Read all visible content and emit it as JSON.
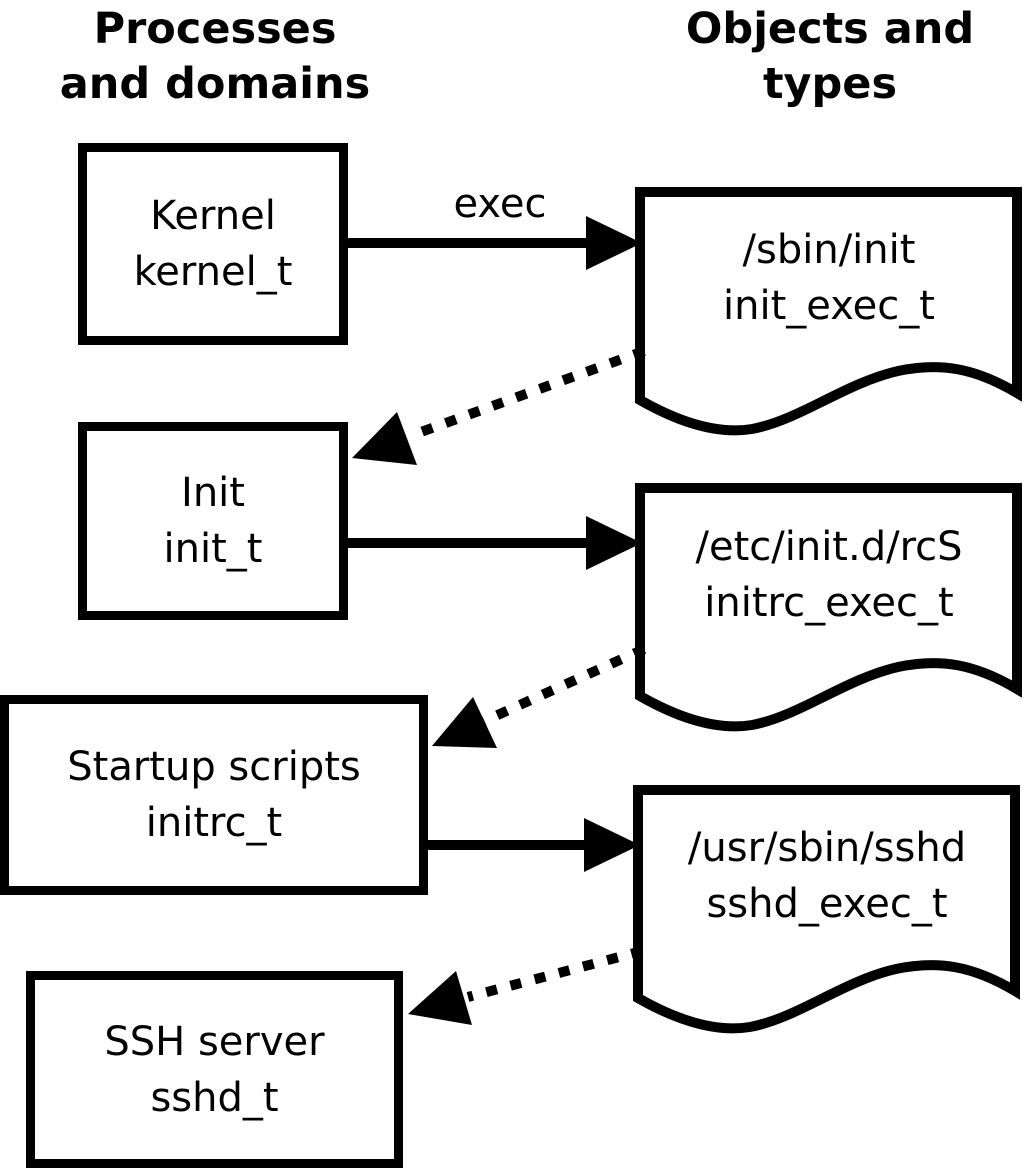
{
  "page": {
    "background": "#ffffff",
    "ink": "#000000"
  },
  "headers": {
    "left": {
      "line1": "Processes",
      "line2": "and domains"
    },
    "right": {
      "line1": "Objects and",
      "line2": "types"
    }
  },
  "labels": {
    "exec": "exec"
  },
  "processes": [
    {
      "name": "Kernel",
      "domain": "kernel_t"
    },
    {
      "name": "Init",
      "domain": "init_t"
    },
    {
      "name": "Startup scripts",
      "domain": "initrc_t"
    },
    {
      "name": "SSH server",
      "domain": "sshd_t"
    }
  ],
  "objects": [
    {
      "path": "/sbin/init",
      "type": "init_exec_t"
    },
    {
      "path": "/etc/init.d/rcS",
      "type": "initrc_exec_t"
    },
    {
      "path": "/usr/sbin/sshd",
      "type": "sshd_exec_t"
    }
  ]
}
